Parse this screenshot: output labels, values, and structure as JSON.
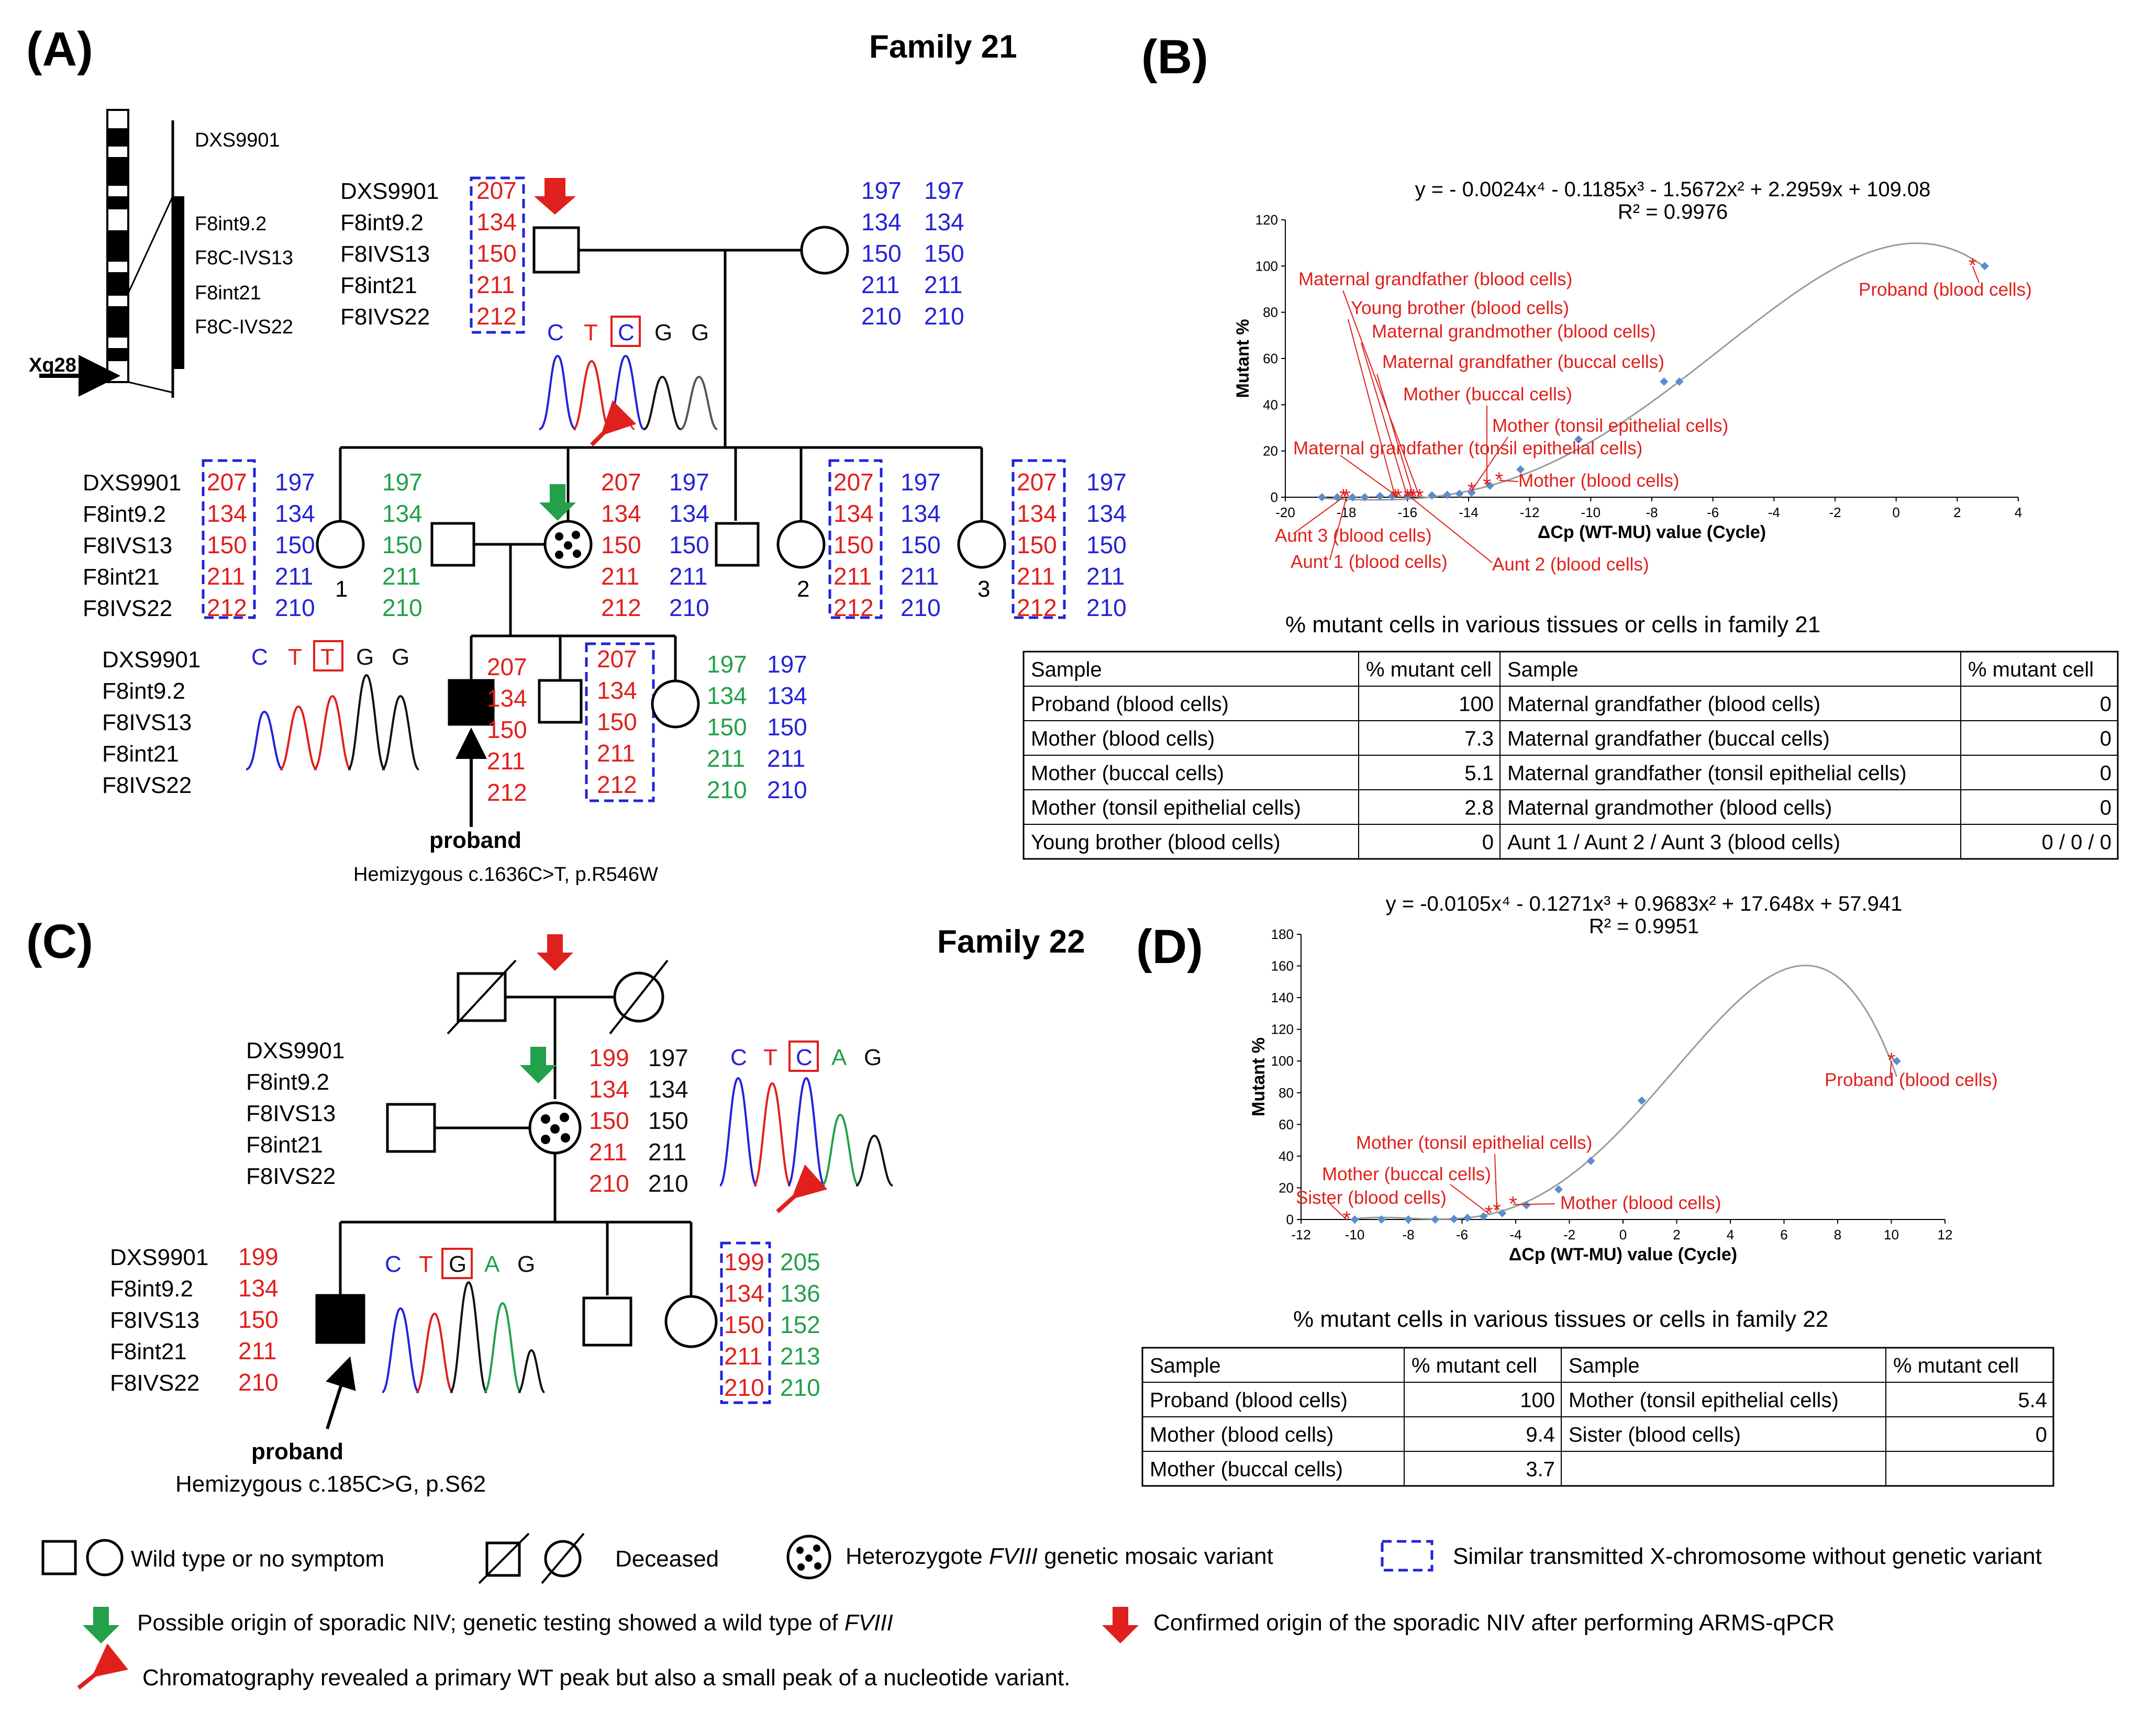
{
  "panels": {
    "A": "(A)",
    "B": "(B)",
    "C": "(C)",
    "D": "(D)"
  },
  "family21": {
    "title": "Family 21",
    "chromosome_label": "Xq28",
    "chromosome_markers": [
      "DXS9901",
      "F8int9.2",
      "F8C-IVS13",
      "F8int21",
      "F8C-IVS22"
    ],
    "markers": [
      "DXS9901",
      "F8int9.2",
      "F8IVS13",
      "F8int21",
      "F8IVS22"
    ],
    "gf_alleles": [
      "207",
      "134",
      "150",
      "211",
      "212"
    ],
    "gm_alleles_1": [
      "197",
      "134",
      "150",
      "211",
      "210"
    ],
    "gm_alleles_2": [
      "197",
      "134",
      "150",
      "211",
      "210"
    ],
    "gf_seq": [
      "C",
      "T",
      "C",
      "G",
      "G"
    ],
    "aunt_red": [
      "207",
      "134",
      "150",
      "211",
      "212"
    ],
    "aunt_blue": [
      "197",
      "134",
      "150",
      "211",
      "210"
    ],
    "father_green": [
      "197",
      "134",
      "150",
      "211",
      "210"
    ],
    "mother_red": [
      "207",
      "134",
      "150",
      "211",
      "212"
    ],
    "mother_blue": [
      "197",
      "134",
      "150",
      "211",
      "210"
    ],
    "sib_nums": [
      "1",
      "2",
      "3"
    ],
    "proband_seq": [
      "C",
      "T",
      "T",
      "G",
      "G"
    ],
    "proband_alleles": [
      "207",
      "134",
      "150",
      "211",
      "212"
    ],
    "brother_alleles": [
      "207",
      "134",
      "150",
      "211",
      "212"
    ],
    "sister_green": [
      "197",
      "134",
      "150",
      "211",
      "210"
    ],
    "sister_blue": [
      "197",
      "134",
      "150",
      "211",
      "210"
    ],
    "proband_label": "proband",
    "variant": "Hemizygous c.1636C>T, p.R546W",
    "table_title": "% mutant cells in various tissues or cells in family 21",
    "table_headers": [
      "Sample",
      "% mutant cell",
      "Sample",
      "% mutant cell"
    ],
    "table_rows": [
      [
        "Proband (blood cells)",
        "100",
        "Maternal grandfather (blood cells)",
        "0"
      ],
      [
        "Mother (blood cells)",
        "7.3",
        "Maternal grandfather (buccal cells)",
        "0"
      ],
      [
        "Mother (buccal cells)",
        "5.1",
        "Maternal grandfather (tonsil epithelial cells)",
        "0"
      ],
      [
        "Mother (tonsil epithelial cells)",
        "2.8",
        "Maternal grandmother (blood cells)",
        "0"
      ],
      [
        "Young brother (blood cells)",
        "0",
        "Aunt 1 / Aunt 2 / Aunt 3 (blood cells)",
        "0 / 0 / 0"
      ]
    ]
  },
  "family22": {
    "title": "Family 22",
    "markers": [
      "DXS9901",
      "F8int9.2",
      "F8IVS13",
      "F8int21",
      "F8IVS22"
    ],
    "mother_red": [
      "199",
      "134",
      "150",
      "211",
      "210"
    ],
    "mother_black": [
      "197",
      "134",
      "150",
      "211",
      "210"
    ],
    "mother_seq": [
      "C",
      "T",
      "C",
      "A",
      "G"
    ],
    "proband_alleles": [
      "199",
      "134",
      "150",
      "211",
      "210"
    ],
    "proband_seq": [
      "C",
      "T",
      "G",
      "A",
      "G"
    ],
    "sister_red": [
      "199",
      "134",
      "150",
      "211",
      "210"
    ],
    "sister_green": [
      "205",
      "136",
      "152",
      "213",
      "210"
    ],
    "proband_label": "proband",
    "variant": "Hemizygous c.185C>G, p.S62",
    "table_title": "% mutant cells in various tissues or cells in family 22",
    "table_headers": [
      "Sample",
      "% mutant cell",
      "Sample",
      "% mutant cell"
    ],
    "table_rows": [
      [
        "Proband (blood cells)",
        "100",
        "Mother (tonsil epithelial cells)",
        "5.4"
      ],
      [
        "Mother (blood cells)",
        "9.4",
        "Sister (blood cells)",
        "0"
      ],
      [
        "Mother (buccal cells)",
        "3.7",
        "",
        ""
      ]
    ]
  },
  "chart_data": [
    {
      "type": "scatter",
      "equation": "y = - 0.0024x⁴ - 0.1185x³ - 1.5672x² + 2.2959x + 109.08",
      "r2": "R² = 0.9976",
      "xlabel": "ΔCp (WT-MU) value (Cycle)",
      "ylabel": "Mutant %",
      "xlim": [
        -20,
        4
      ],
      "ylim": [
        0,
        120
      ],
      "xticks": [
        -20,
        -18,
        -16,
        -14,
        -12,
        -10,
        -8,
        -6,
        -4,
        -2,
        0,
        2,
        4
      ],
      "yticks": [
        0,
        20,
        40,
        60,
        80,
        100,
        120
      ],
      "poly": [
        -0.0024,
        -0.1185,
        -1.5672,
        2.2959,
        109.08
      ],
      "standard_points": [
        [
          -18.8,
          0
        ],
        [
          -18.3,
          0
        ],
        [
          -17.8,
          0
        ],
        [
          -17.4,
          0
        ],
        [
          -16.9,
          0.5
        ],
        [
          -16.5,
          0.5
        ],
        [
          -16,
          0.7
        ],
        [
          -15.2,
          0.8
        ],
        [
          -14.7,
          1
        ],
        [
          -14.3,
          1.5
        ],
        [
          -13.9,
          2
        ],
        [
          -13.3,
          5
        ],
        [
          -12.3,
          12
        ],
        [
          -10.4,
          25
        ],
        [
          -7.6,
          50
        ],
        [
          -7.1,
          50
        ],
        [
          2.9,
          100
        ]
      ],
      "sample_points": [
        {
          "label": "Proband (blood cells)",
          "x": 2.5,
          "y": 100
        },
        {
          "label": "Mother (blood cells)",
          "x": -13.0,
          "y": 7.3
        },
        {
          "label": "Mother (buccal cells)",
          "x": -13.4,
          "y": 5.1
        },
        {
          "label": "Mother (tonsil epithelial cells)",
          "x": -13.9,
          "y": 2.8
        },
        {
          "label": "Maternal grandfather (blood cells)",
          "x": -15.6,
          "y": 0
        },
        {
          "label": "Maternal grandfather (buccal cells)",
          "x": -15.8,
          "y": 0
        },
        {
          "label": "Maternal grandfather (tonsil epithelial cells)",
          "x": -16.3,
          "y": 0
        },
        {
          "label": "Maternal grandmother (blood cells)",
          "x": -16.0,
          "y": 0
        },
        {
          "label": "Young brother (blood cells)",
          "x": -16.4,
          "y": 0
        },
        {
          "label": "Aunt 1 (blood cells)",
          "x": -18.0,
          "y": 0
        },
        {
          "label": "Aunt 2 (blood cells)",
          "x": -15.9,
          "y": 0
        },
        {
          "label": "Aunt 3 (blood cells)",
          "x": -18.1,
          "y": 0
        }
      ]
    },
    {
      "type": "scatter",
      "equation": "y = -0.0105x⁴ - 0.1271x³ + 0.9683x² + 17.648x + 57.941",
      "r2": "R² = 0.9951",
      "xlabel": "ΔCp (WT-MU) value (Cycle)",
      "ylabel": "Mutant %",
      "xlim": [
        -12,
        12
      ],
      "ylim": [
        0,
        180
      ],
      "xticks": [
        -12,
        -10,
        -8,
        -6,
        -4,
        -2,
        0,
        2,
        4,
        6,
        8,
        10,
        12
      ],
      "yticks": [
        0,
        20,
        40,
        60,
        80,
        100,
        120,
        140,
        160,
        180
      ],
      "poly": [
        -0.0105,
        -0.1271,
        0.9683,
        17.648,
        57.941
      ],
      "standard_points": [
        [
          -10,
          0
        ],
        [
          -9,
          0
        ],
        [
          -8,
          0
        ],
        [
          -7,
          0
        ],
        [
          -6.3,
          0.3
        ],
        [
          -5.8,
          1
        ],
        [
          -5.2,
          2
        ],
        [
          -4.5,
          4
        ],
        [
          -3.6,
          9
        ],
        [
          -2.4,
          19
        ],
        [
          -1.2,
          37
        ],
        [
          0.7,
          75
        ],
        [
          10.2,
          100
        ]
      ],
      "sample_points": [
        {
          "label": "Proband (blood cells)",
          "x": 10,
          "y": 100
        },
        {
          "label": "Mother (blood cells)",
          "x": -4.1,
          "y": 9.4
        },
        {
          "label": "Mother (buccal cells)",
          "x": -5.0,
          "y": 3.7
        },
        {
          "label": "Mother (tonsil epithelial cells)",
          "x": -4.7,
          "y": 5.4
        },
        {
          "label": "Sister (blood cells)",
          "x": -10.3,
          "y": 0
        }
      ]
    }
  ],
  "legend": {
    "wild_type": "Wild type or no symptom",
    "deceased": "Deceased",
    "hetero_1": "Heterozygote ",
    "hetero_italic": "FVIII",
    "hetero_2": " genetic mosaic variant",
    "similar": "Similar transmitted X-chromosome without genetic variant",
    "green_1": "Possible origin of sporadic NIV; genetic testing showed a wild type of ",
    "green_italic": "FVIII",
    "red_arrow": "Confirmed origin of the sporadic NIV after performing ARMS-qPCR",
    "chroma": "Chromatography revealed a primary WT peak but also a small peak of a  nucleotide variant."
  },
  "colors": {
    "red": "#e0201c",
    "blue": "#2323d8",
    "green": "#22a04a",
    "curve": "#9a9a9a",
    "point": "#5b8bd0"
  }
}
